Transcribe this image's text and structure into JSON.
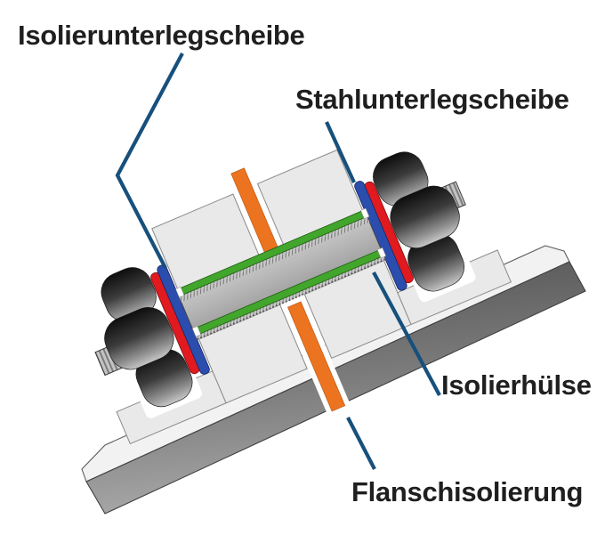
{
  "diagram": {
    "title_present": false,
    "labels": {
      "insulating_washer": {
        "text": "Isolierunterlegscheibe"
      },
      "steel_washer": {
        "text": "Stahlunterlegscheibe"
      },
      "insulating_sleeve": {
        "text": "Isolierhülse"
      },
      "flange_isolation": {
        "text": "Flanschisolierung"
      }
    },
    "colors": {
      "background": "#ffffff",
      "label_text": "#1f1f1f",
      "leader_line": "#17507c",
      "gasket_orange": "#ec7320",
      "sleeve_green": "#43a62c",
      "washer_blue": "#2b4dad",
      "washer_red": "#e11a1f",
      "flange_light": "#e9e9e9",
      "slab_top_light": "#f2f2f2",
      "notch_white": "#ffffff"
    }
  }
}
